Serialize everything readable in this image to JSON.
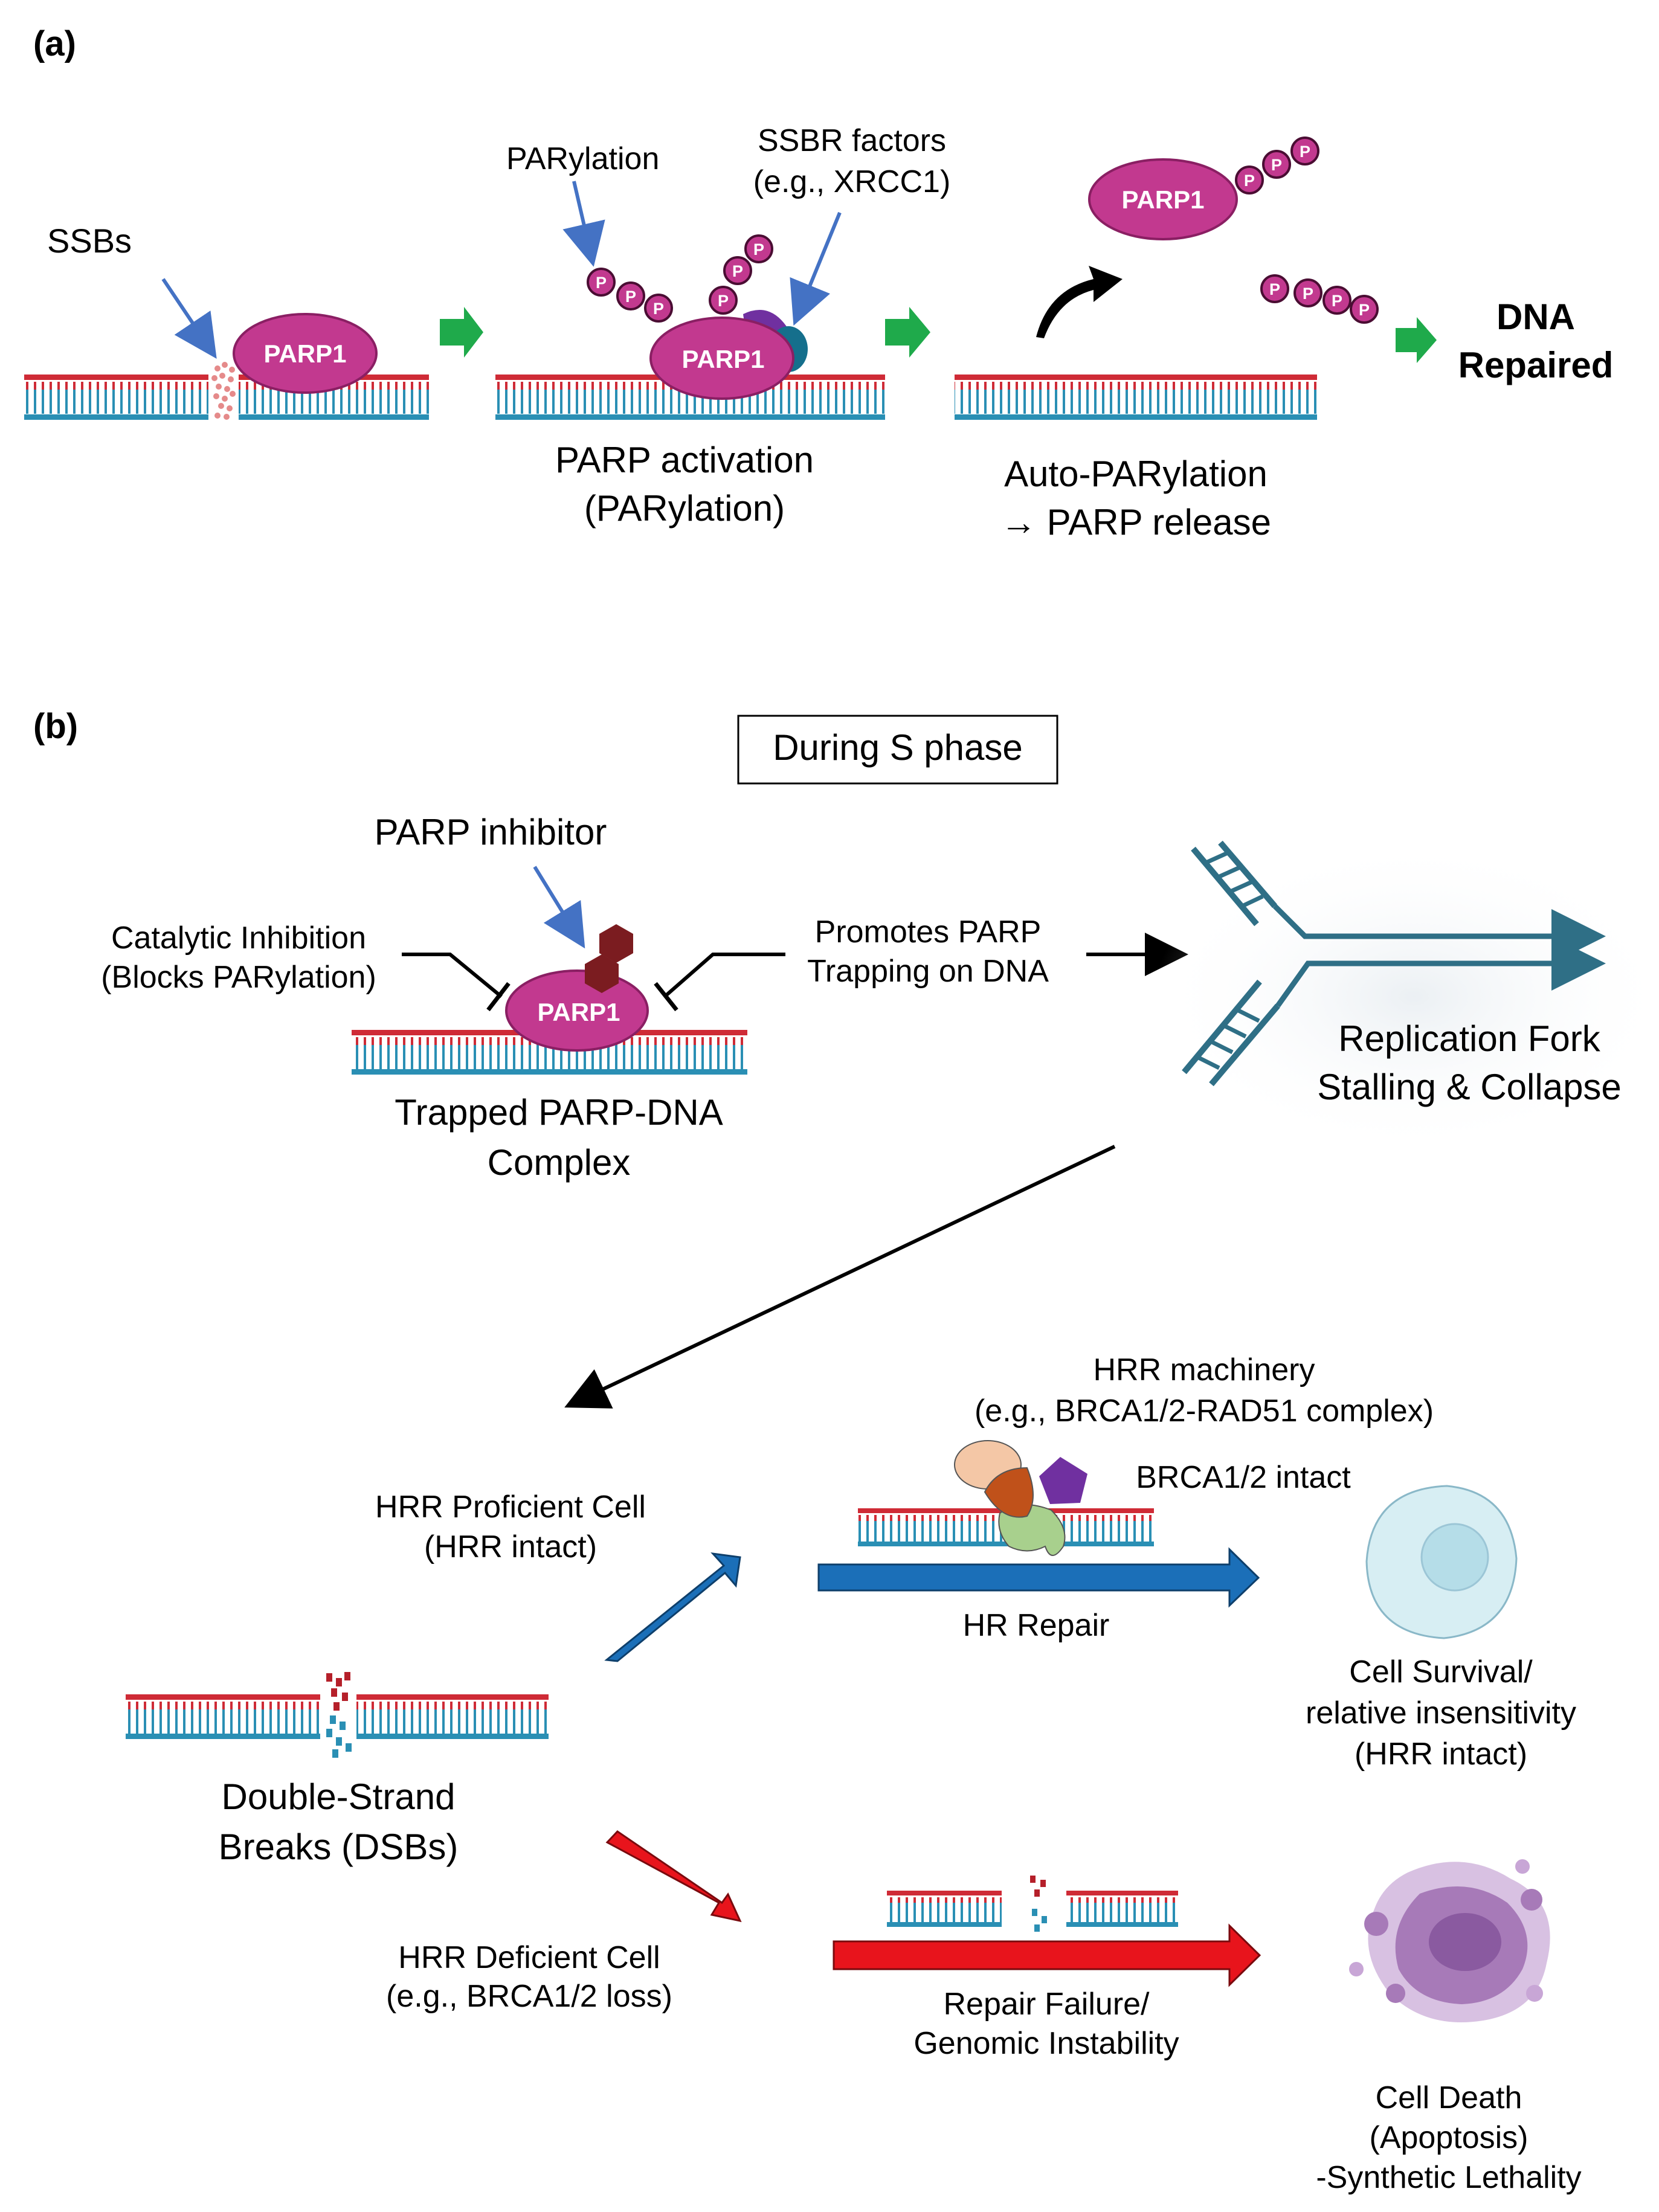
{
  "panel_a": {
    "label": "(a)",
    "ssbs": "SSBs",
    "parylation": "PARylation",
    "ssbr_factors": [
      "SSBR factors",
      "(e.g., XRCC1)"
    ],
    "parp1": "PARP1",
    "p": "P",
    "parp_activation": [
      "PARP activation",
      "(PARylation)"
    ],
    "auto_parylation": [
      "Auto-PARylation",
      "→ PARP release"
    ],
    "dna_repaired": [
      "DNA",
      "Repaired"
    ]
  },
  "panel_b": {
    "label": "(b)",
    "s_phase": "During S phase",
    "parp_inhibitor": "PARP inhibitor",
    "catalytic": [
      "Catalytic Inhibition",
      "(Blocks PARylation)"
    ],
    "promotes": [
      "Promotes PARP",
      "Trapping on DNA"
    ],
    "parp1": "PARP1",
    "trapped": [
      "Trapped PARP-DNA",
      "Complex"
    ],
    "fork": [
      "Replication Fork",
      "Stalling & Collapse"
    ],
    "dsb": [
      "Double-Strand",
      "Breaks (DSBs)"
    ],
    "hrr_machinery": [
      "HRR machinery",
      "(e.g., BRCA1/2-RAD51 complex)"
    ],
    "brca_intact": "BRCA1/2 intact",
    "proficient": [
      "HRR Proficient Cell",
      "(HRR intact)"
    ],
    "hr_repair": "HR Repair",
    "survival": [
      "Cell Survival/",
      "relative insensitivity",
      "(HRR intact)"
    ],
    "deficient": [
      "HRR Deficient Cell",
      "(e.g., BRCA1/2 loss)"
    ],
    "repair_failure": [
      "Repair Failure/",
      "Genomic Instability"
    ],
    "death": [
      "Cell Death",
      "(Apoptosis)",
      "-Synthetic Lethality"
    ]
  },
  "colors": {
    "parp": "#c2398f",
    "parp_stroke": "#8a1f63",
    "dna_top": "#cf2b36",
    "dna_bottom": "#2a8fb4",
    "green_arrow": "#1faa4b",
    "pointer_blue": "#4472c4",
    "hr_blue": "#1b6fb8",
    "fail_red": "#e8141c",
    "inhibitor": "#7b1c20",
    "fork": "#2f6f86",
    "cell_fill": "#d7eef3",
    "dead_cell": "#a77ab8"
  }
}
